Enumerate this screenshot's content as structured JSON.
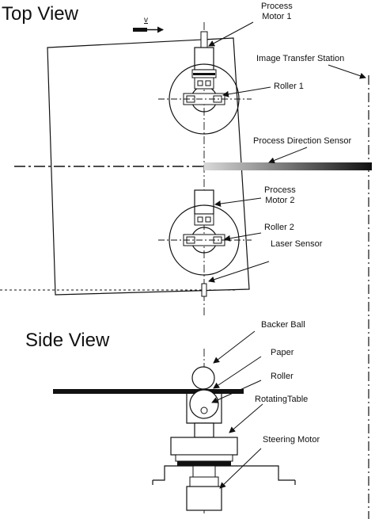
{
  "titles": {
    "top_view": "Top View",
    "side_view": "Side View"
  },
  "velocity_symbol": "v",
  "labels": {
    "process_motor_1": "Process\nMotor 1",
    "image_transfer_station": "Image Transfer Station",
    "roller_1": "Roller 1",
    "process_direction_sensor": "Process Direction Sensor",
    "process_motor_2": "Process\nMotor 2",
    "roller_2": "Roller 2",
    "laser_sensor": "Laser Sensor",
    "backer_ball": "Backer Ball",
    "paper": "Paper",
    "roller": "Roller",
    "rotating_table": "RotatingTable",
    "steering_motor": "Steering Motor"
  },
  "colors": {
    "ink": "#111111",
    "sensor_bar_start": "#d9d9d9",
    "sensor_bar_end": "#111111"
  }
}
